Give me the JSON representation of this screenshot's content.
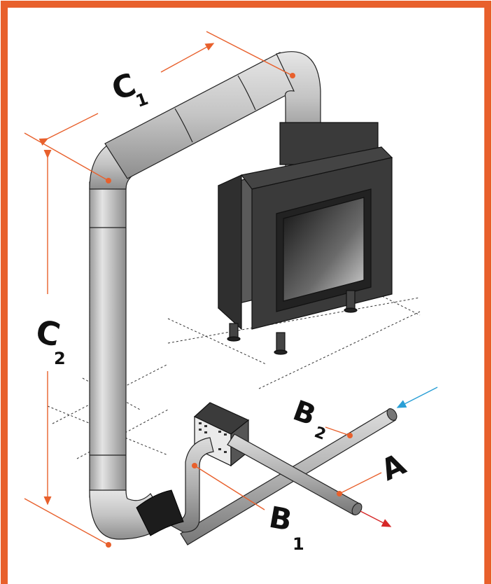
{
  "colors": {
    "frame": "#e8602c",
    "dimension": "#e8602c",
    "pipe_light": "#d6d6d6",
    "pipe_mid": "#b5b5b5",
    "pipe_dark": "#8a8a8a",
    "fireplace_dark": "#2f2f2f",
    "fireplace_mid": "#4a4a4a",
    "arrow_in": "#2a9fd6",
    "arrow_out": "#d62828"
  },
  "labels": {
    "c1_main": "C",
    "c1_sub": "1",
    "c2_main": "C",
    "c2_sub": "2",
    "b2_main": "B",
    "b2_sub": "2",
    "a_main": "A",
    "b1_main": "B",
    "b1_sub": "1"
  }
}
